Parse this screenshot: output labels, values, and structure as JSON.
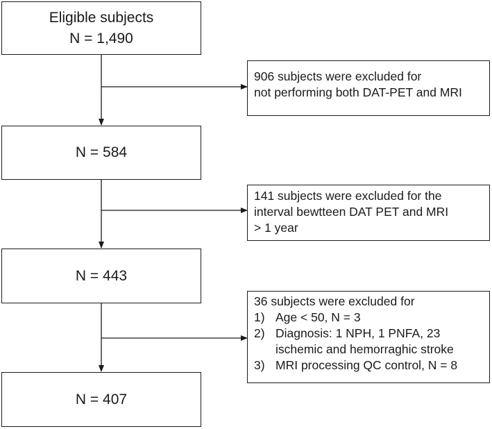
{
  "main_boxes": [
    {
      "lines": [
        "Eligible subjects",
        "N = 1,490"
      ]
    },
    {
      "lines": [
        "N = 584"
      ]
    },
    {
      "lines": [
        "N = 443"
      ]
    },
    {
      "lines": [
        "N = 407"
      ]
    }
  ],
  "exclusions": [
    {
      "lines": [
        "906 subjects were excluded for",
        "not performing both DAT-PET and MRI"
      ]
    },
    {
      "lines": [
        "141 subjects were excluded for the",
        "interval bewtteen DAT PET and MRI",
        "> 1 year"
      ]
    },
    {
      "header": "36 subjects were excluded for",
      "items": [
        {
          "num": "1)",
          "text": "Age < 50, N = 3"
        },
        {
          "num": "2)",
          "text": "Diagnosis: 1 NPH, 1 PNFA, 23",
          "cont": "ischemic and hemorraghic stroke"
        },
        {
          "num": "3)",
          "text": "MRI processing QC control, N = 8"
        }
      ]
    }
  ]
}
